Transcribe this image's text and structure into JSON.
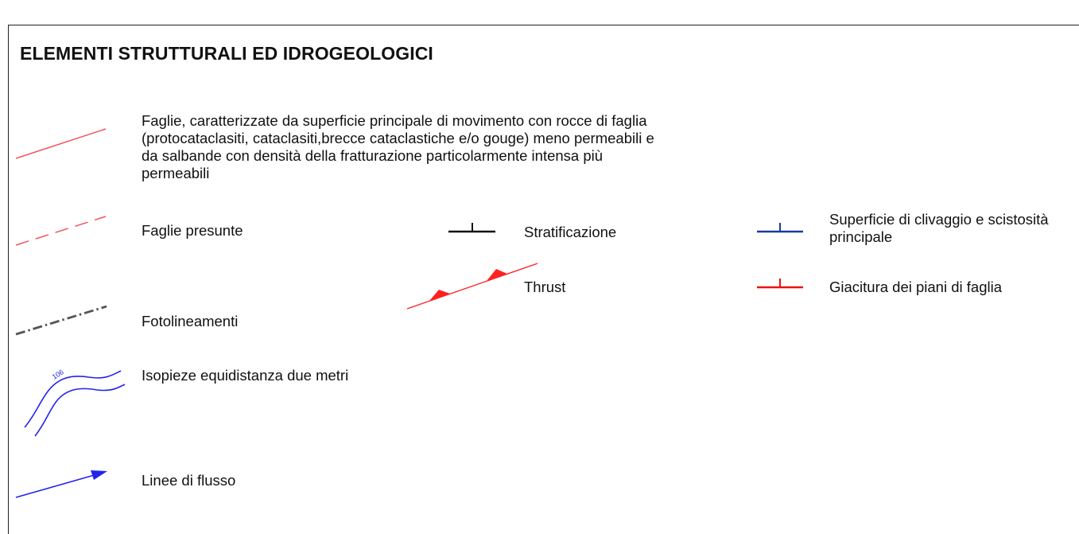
{
  "legend": {
    "title": "ELEMENTI STRUTTURALI ED IDROGEOLOGICI",
    "items": [
      {
        "id": "faglie",
        "symbol": "solid-red-line",
        "label_lines": [
          "Faglie, caratterizzate da superficie principale di movimento con rocce di faglia",
          "(protocataclasiti, cataclasiti,brecce cataclastiche e/o gouge) meno permeabili e",
          "da salbande con densità della fratturazione particolarmente intensa più",
          "permeabili"
        ]
      },
      {
        "id": "faglie_presunte",
        "symbol": "dashed-red-line",
        "label": "Faglie presunte"
      },
      {
        "id": "fotolineamenti",
        "symbol": "dash-dot-gray-line",
        "label": "Fotolineamenti"
      },
      {
        "id": "isopieze",
        "symbol": "blue-contour-lines",
        "label": "Isopieze equidistanza due metri",
        "contour_value": "106"
      },
      {
        "id": "linee_flusso",
        "symbol": "blue-arrow",
        "label": "Linee di flusso"
      },
      {
        "id": "stratificazione",
        "symbol": "black-strike-dip",
        "label": "Stratificazione"
      },
      {
        "id": "thrust",
        "symbol": "red-thrust-with-triangles",
        "label": "Thrust"
      },
      {
        "id": "clivaggio",
        "symbol": "blue-strike-dip",
        "label_lines": [
          "Superficie di clivaggio e scistosità",
          "principale"
        ]
      },
      {
        "id": "giacitura",
        "symbol": "red-strike-dip",
        "label": "Giacitura dei piani di faglia"
      }
    ]
  },
  "colors": {
    "fault_red": "#f2545b",
    "thrust_red": "#ff2020",
    "fotolineamenti_gray": "#555555",
    "contour_blue": "#2222ee",
    "cleavage_blue": "#1a3aa0",
    "giacitura_red": "#ee1111",
    "text": "#111111"
  }
}
